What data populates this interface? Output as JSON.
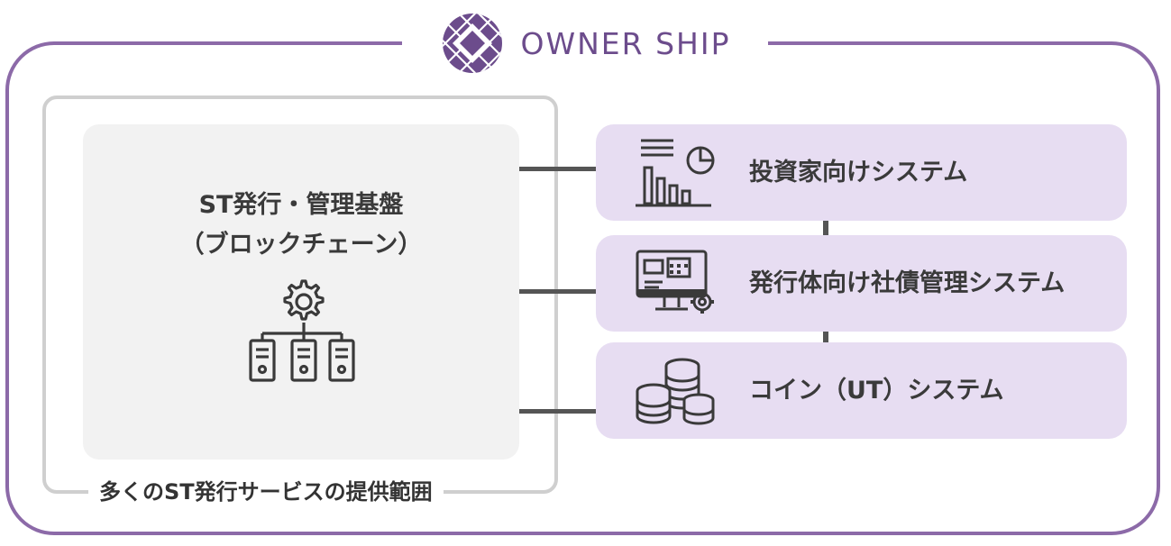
{
  "brand": {
    "name": "OWNER SHIP",
    "logo_icon": "diamond-globe-logo",
    "color": "#6c4c8c"
  },
  "scope": {
    "label": "多くのST発行サービスの提供範囲"
  },
  "platform": {
    "title": "ST発行・管理基盤",
    "subtitle": "（ブロックチェーン）",
    "icon": "gear-servers-icon"
  },
  "systems": [
    {
      "label": "投資家向けシステム",
      "icon": "chart-report-icon"
    },
    {
      "label": "発行体向け社債管理システム",
      "icon": "monitor-settings-icon"
    },
    {
      "label": "コイン（UT）システム",
      "icon": "coin-stacks-icon"
    }
  ],
  "colors": {
    "frame": "#8c6aa8",
    "system_bg": "#e7ddf2",
    "platform_bg": "#f2f2f2",
    "scope_border": "#cfcfcf"
  }
}
